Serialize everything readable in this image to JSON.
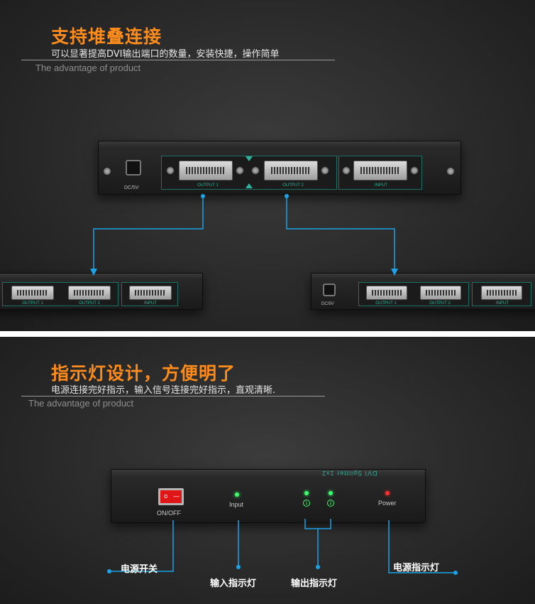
{
  "section1": {
    "title": "支持堆叠连接",
    "subtitle": "可以显著提高DVI输出端口的数量，安装快捷，操作简单",
    "advantage": "The advantage of product"
  },
  "device_labels": {
    "dc": "DC/5V",
    "output1": "OUTPUT 1",
    "output2": "OUTPUT 2",
    "input": "INPUT"
  },
  "section2": {
    "title": "指示灯设计，方便明了",
    "subtitle": "电源连接完好指示，输入信号连接完好指示，直观清晰.",
    "advantage": "The advantage of product"
  },
  "front_panel": {
    "onoff": "ON/OFF",
    "input": "Input",
    "led1": "1",
    "led2": "2",
    "power": "Power",
    "switch_on": "o",
    "switch_off": "—"
  },
  "callouts": {
    "power_switch": "电源开关",
    "input_indicator": "输入指示灯",
    "output_indicator": "输出指示灯",
    "power_indicator": "电源指示灯"
  },
  "colors": {
    "accent_orange": "#ff8c1a",
    "connector_blue": "#1aa3e8",
    "port_green": "#2fb39d"
  }
}
